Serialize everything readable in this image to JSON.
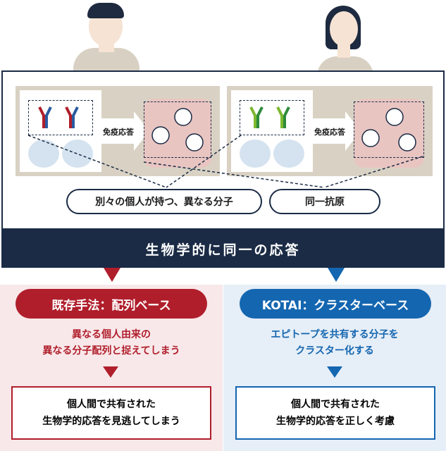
{
  "top": {
    "response_label_left": "免疫応答",
    "response_label_right": "免疫応答",
    "pill_left": "別々の個人が持つ、異なる分子",
    "pill_right": "同一抗原"
  },
  "banner": {
    "text": "生物学的に同一の応答"
  },
  "left_column": {
    "title": "既存手法：配列ベース",
    "desc_line1": "異なる個人由来の",
    "desc_line2": "異なる分子配列と捉えてしまう",
    "box_line1": "個人間で共有された",
    "box_line2": "生物学的応答を見逃してしまう"
  },
  "right_column": {
    "title": "KOTAI：クラスターベース",
    "desc_line1": "エピトープを共有する分子を",
    "desc_line2": "クラスター化する",
    "box_line1": "個人間で共有された",
    "box_line2": "生物学的応答を正しく考慮"
  },
  "colors": {
    "navy": "#1b2b45",
    "red_accent": "#b01e2b",
    "blue_accent": "#1466b0",
    "left_bg": "#f8e8ea",
    "right_bg": "#e6eef7"
  },
  "icons": [
    "person-male-icon",
    "person-female-icon",
    "antibody-icon",
    "virus-icon",
    "arrow-icon",
    "triangle-down-icon"
  ]
}
